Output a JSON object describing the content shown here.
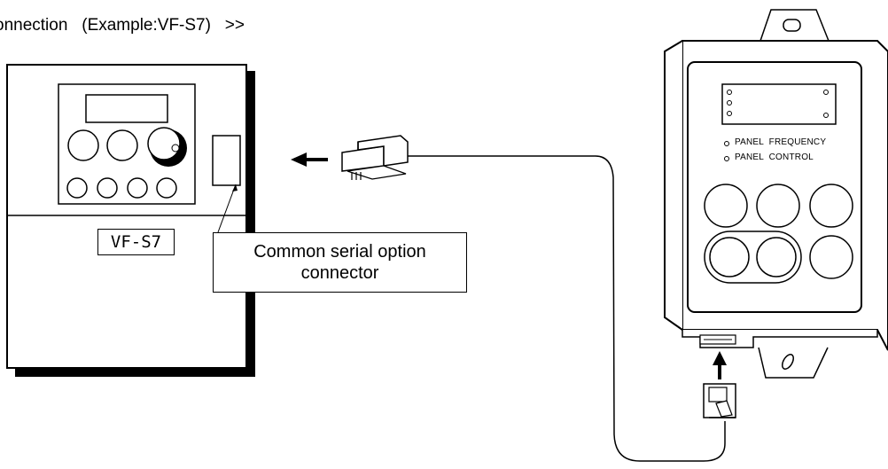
{
  "heading": "onnection   (Example:VF-S7)   >>",
  "inverter": {
    "model_label": "VF-S7"
  },
  "callout": {
    "line1": "Common serial option",
    "line2": "connector"
  },
  "remote_panel": {
    "led1_label": "PANEL  FREQUENCY",
    "led2_label": "PANEL  CONTROL"
  }
}
